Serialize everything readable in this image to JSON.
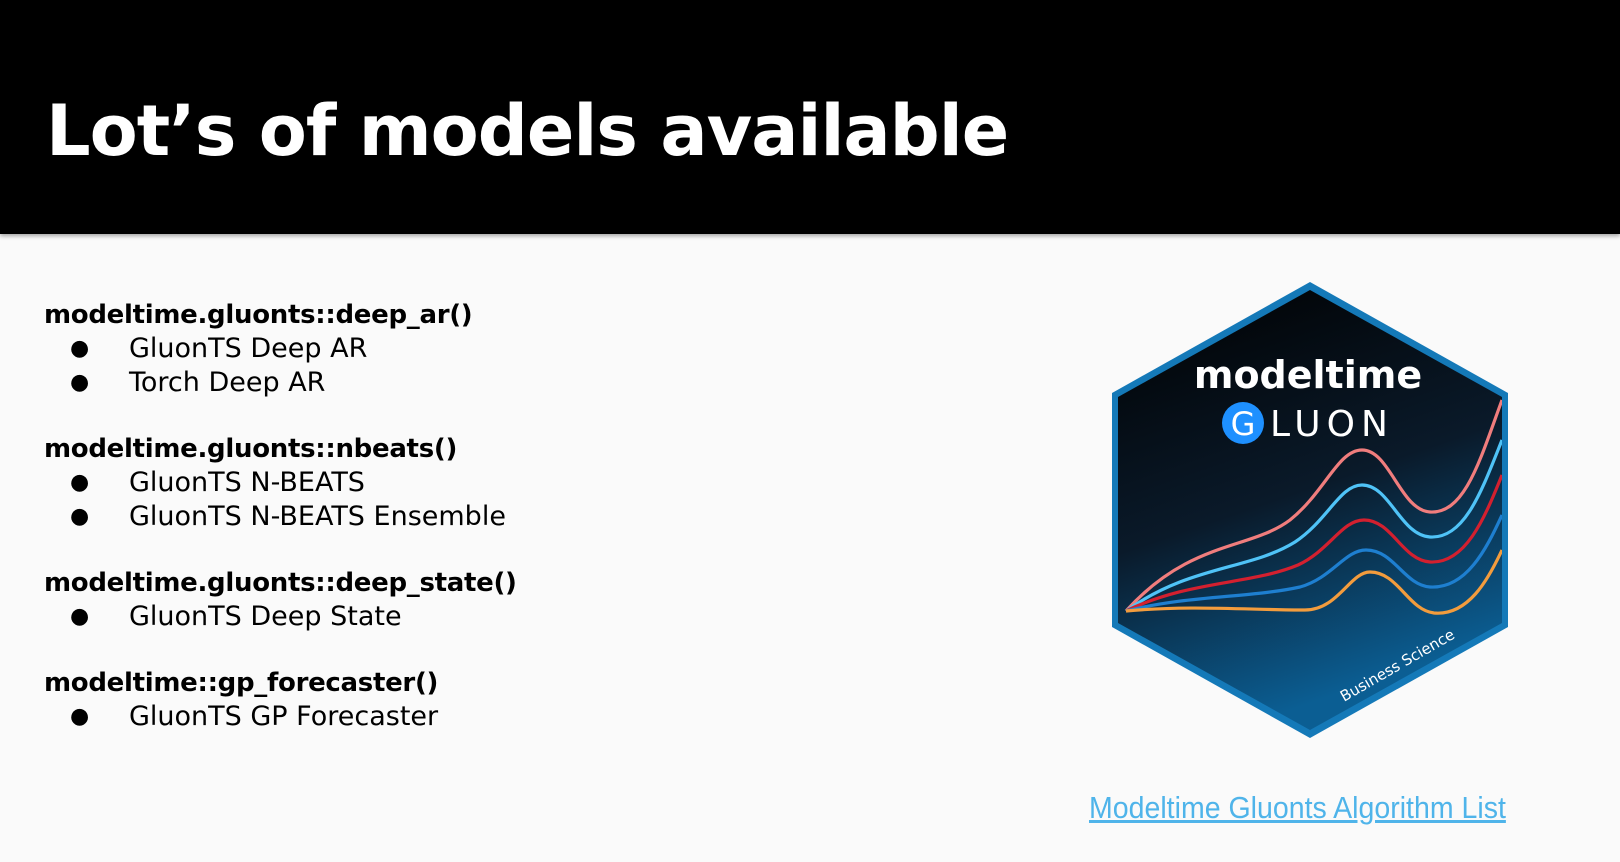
{
  "slide": {
    "title": "Lot’s of models available"
  },
  "models": [
    {
      "name": "modeltime.gluonts::deep_ar()",
      "items": [
        "GluonTS Deep AR",
        "Torch Deep AR"
      ]
    },
    {
      "name": "modeltime.gluonts::nbeats()",
      "items": [
        "GluonTS N-BEATS",
        "GluonTS N-BEATS Ensemble"
      ]
    },
    {
      "name": "modeltime.gluonts::deep_state()",
      "items": [
        "GluonTS Deep State"
      ]
    },
    {
      "name": "modeltime::gp_forecaster()",
      "items": [
        "GluonTS GP Forecaster"
      ]
    }
  ],
  "logo": {
    "title": "modeltime",
    "letter": "G",
    "subtitle": "LUON",
    "footer": "Business Science"
  },
  "link": {
    "label": "Modeltime Gluonts Algorithm List"
  },
  "colors": {
    "title_bar": "#000000",
    "background": "#fafafa",
    "link": "#4fb4ea",
    "hex_border": "#1479b8",
    "curves": [
      "#f07d7d",
      "#4fc3f7",
      "#d3202f",
      "#1e7fd0",
      "#f39c3d"
    ]
  }
}
